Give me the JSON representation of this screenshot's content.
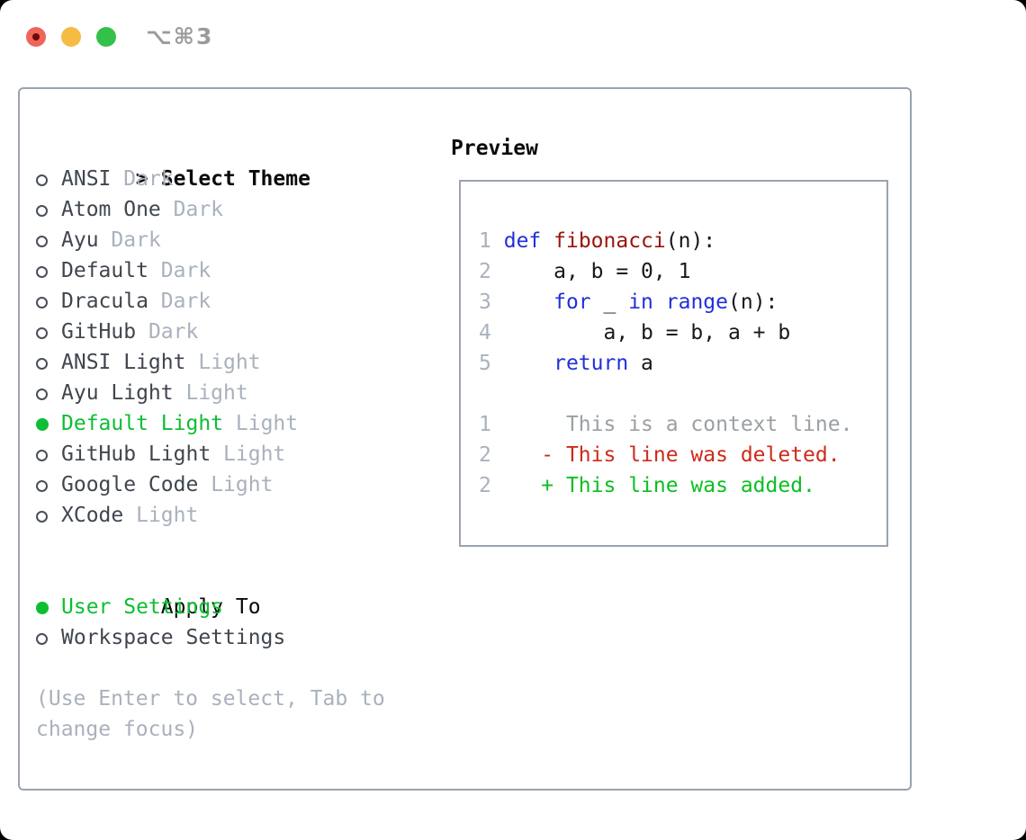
{
  "window": {
    "shortcut_label": "⌥⌘3"
  },
  "icons": {
    "radio_unselected": "○",
    "radio_selected": "●",
    "selection_caret": ">",
    "unsaved_dot": "•"
  },
  "theme_picker": {
    "title_prefix": ">",
    "title": "Select Theme",
    "items": [
      {
        "name": "ANSI",
        "variant": "Dark",
        "selected": false
      },
      {
        "name": "Atom One",
        "variant": "Dark",
        "selected": false
      },
      {
        "name": "Ayu",
        "variant": "Dark",
        "selected": false
      },
      {
        "name": "Default",
        "variant": "Dark",
        "selected": false
      },
      {
        "name": "Dracula",
        "variant": "Dark",
        "selected": false
      },
      {
        "name": "GitHub",
        "variant": "Dark",
        "selected": false
      },
      {
        "name": "ANSI Light",
        "variant": "Light",
        "selected": false
      },
      {
        "name": "Ayu Light",
        "variant": "Light",
        "selected": false
      },
      {
        "name": "Default Light",
        "variant": "Light",
        "selected": true
      },
      {
        "name": "GitHub Light",
        "variant": "Light",
        "selected": false
      },
      {
        "name": "Google Code",
        "variant": "Light",
        "selected": false
      },
      {
        "name": "XCode",
        "variant": "Light",
        "selected": false
      }
    ],
    "apply_to": {
      "title": "Apply To",
      "options": [
        {
          "label": "User Settings",
          "selected": true
        },
        {
          "label": "Workspace Settings",
          "selected": false
        }
      ]
    },
    "help_text": "(Use Enter to select, Tab to change focus)"
  },
  "preview": {
    "title": "Preview",
    "code_lines": [
      {
        "num": "1",
        "segments": [
          [
            "def",
            "kw"
          ],
          [
            " ",
            "pl"
          ],
          [
            "fibonacci",
            "fn"
          ],
          [
            "(n):",
            "pl"
          ]
        ]
      },
      {
        "num": "2",
        "segments": [
          [
            "    a, b = 0, 1",
            "pl"
          ]
        ]
      },
      {
        "num": "3",
        "segments": [
          [
            "    ",
            "pl"
          ],
          [
            "for",
            "kw"
          ],
          [
            " _ ",
            "pl"
          ],
          [
            "in",
            "kw"
          ],
          [
            " ",
            "pl"
          ],
          [
            "range",
            "kw"
          ],
          [
            "(n):",
            "pl"
          ]
        ]
      },
      {
        "num": "4",
        "segments": [
          [
            "        a, b = b, a + b",
            "pl"
          ]
        ]
      },
      {
        "num": "5",
        "segments": [
          [
            "    ",
            "pl"
          ],
          [
            "return",
            "kw"
          ],
          [
            " a",
            "pl"
          ]
        ]
      }
    ],
    "diff_lines": [
      {
        "num": "1",
        "segments": [
          [
            "     This is a context line.",
            "ctx"
          ]
        ]
      },
      {
        "num": "2",
        "segments": [
          [
            "   ",
            "pl"
          ],
          [
            "- This line was deleted.",
            "del"
          ]
        ]
      },
      {
        "num": "2",
        "segments": [
          [
            "   ",
            "pl"
          ],
          [
            "+ This line was added.",
            "add"
          ]
        ]
      }
    ]
  },
  "colors": {
    "accent_green": "#0dbe33",
    "diff_green": "#0bbf22",
    "diff_red": "#cc2b1c",
    "keyword_blue": "#2130d9",
    "function_red": "#9b130a",
    "code_black": "#15181d",
    "context_gray": "#9aa0a5",
    "muted": "#a9b1bd",
    "text_dark": "#40464e",
    "border": "#9aa3af",
    "shortcut_gray": "#9b9b9b",
    "traffic_red": "#f0655a",
    "traffic_red_dot": "#6d0a08",
    "traffic_yellow": "#f5bb43",
    "traffic_green": "#34c149"
  }
}
